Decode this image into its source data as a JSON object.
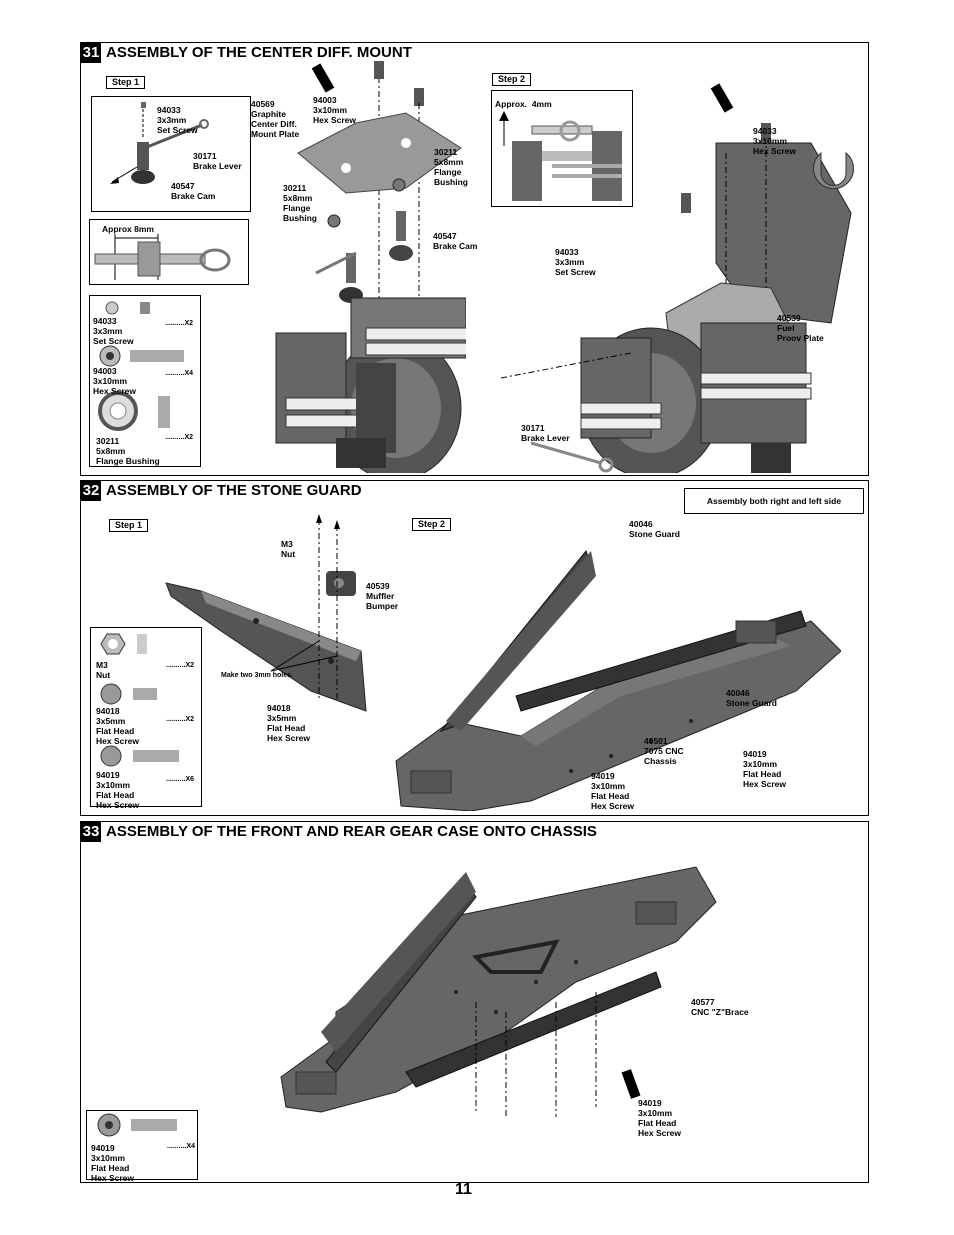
{
  "page": {
    "number": "11"
  },
  "s31": {
    "num": "31",
    "title": "ASSEMBLY OF THE CENTER DIFF. MOUNT",
    "step1": "Step 1",
    "step2": "Step 2",
    "approx4": "Approx.  4mm",
    "approx8": "Approx 8mm",
    "labels": {
      "l94033a": "94033\n3x3mm\nSet Screw",
      "l30171a": "30171\nBrake Lever",
      "l40547a": "40547\nBrake Cam",
      "l40569": "40569\nGraphite\nCenter Diff.\nMount Plate",
      "l94003": "94003\n3x10mm\nHex Screw",
      "l30211a": "30211\n5x8mm\nFlange\nBushing",
      "l30211b": "30211\n5x8mm\nFlange\nBushing",
      "l40547b": "40547\nBrake Cam",
      "l94033b": "94033\n3x3mm\nSet Screw",
      "l94003b": "94033\n3x10mm\nHex Screw",
      "l40539": "40539\nFuel\nProov Plate",
      "l30171b": "30171\nBrake Lever"
    },
    "parts": [
      {
        "label": "94033\n3x3mm\nSet Screw",
        "qty": "..........X2"
      },
      {
        "label": "94003\n3x10mm\nHex Screw",
        "qty": "..........X4"
      },
      {
        "label": "30211\n5x8mm\nFlange Bushing",
        "qty": "..........X2"
      }
    ]
  },
  "s32": {
    "num": "32",
    "title": "ASSEMBLY OF THE STONE GUARD",
    "note": "Assembly both right and left side",
    "step1": "Step 1",
    "step2": "Step 2",
    "labels": {
      "lm3": "M3\nNut",
      "l40539": "40539\nMuffler\nBumper",
      "lholes": "Make two 3mm holes.",
      "l94018": "94018\n3x5mm\nFlat Head\nHex Screw",
      "l40046a": "40046\nStone Guard",
      "l40046b": "40046\nStone Guard",
      "l40501": "40501\n7075 CNC\nChassis",
      "l94019a": "94019\n3x10mm\nFlat Head\nHex Screw",
      "l94019b": "94019\n3x10mm\nFlat Head\nHex Screw"
    },
    "parts": [
      {
        "label": "M3\nNut",
        "qty": "..........X2"
      },
      {
        "label": "94018\n3x5mm\nFlat Head\nHex Screw",
        "qty": "..........X2"
      },
      {
        "label": "94019\n3x10mm\nFlat Head\nHex Screw",
        "qty": "..........X6"
      }
    ]
  },
  "s33": {
    "num": "33",
    "title": "ASSEMBLY OF THE FRONT AND REAR GEAR CASE ONTO CHASSIS",
    "labels": {
      "l40577": "40577\nCNC \"Z\"Brace",
      "l94019": "94019\n3x10mm\nFlat Head\nHex Screw"
    },
    "parts": [
      {
        "label": "94019\n3x10mm\nFlat Head\nHex Screw",
        "qty": "..........X4"
      }
    ]
  }
}
